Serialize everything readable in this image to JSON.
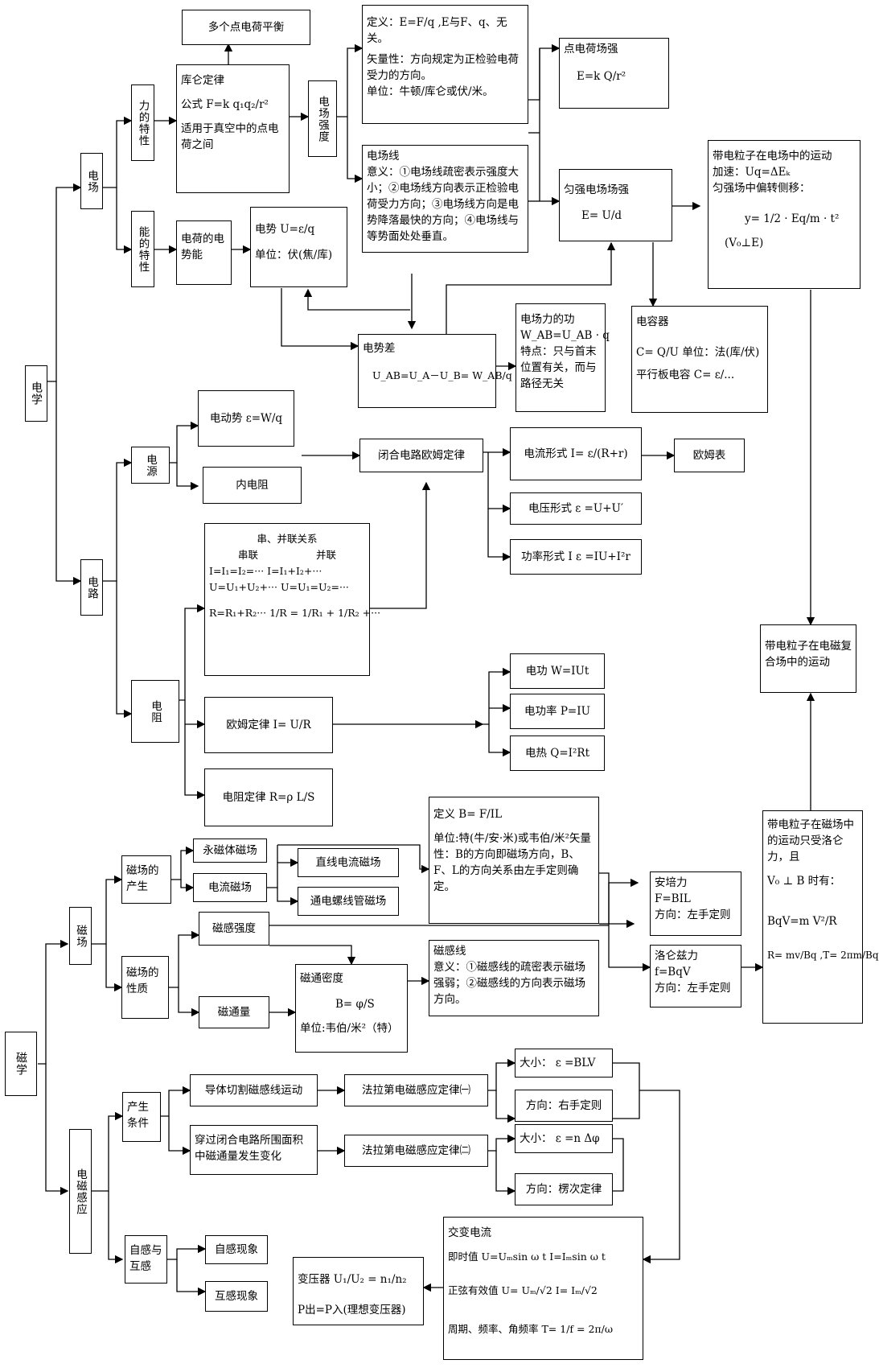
{
  "root": {
    "elec": "电学",
    "mag": "磁学"
  },
  "elec": {
    "field": "电场",
    "force_char": "力的特性",
    "energy_char": "能的特性",
    "multi": "多个点电荷平衡",
    "coulomb": {
      "title": "库仑定律",
      "formula": "公式  F=k q₁q₂/r²",
      "note": "适用于真空中的点电荷之间"
    },
    "intensity": "电场强度",
    "def": {
      "l1": "定义：E=F/q ,E与F、q、无关。",
      "l2": "矢量性：方向规定为正检验电荷受力的方向。",
      "l3": "单位：牛顿/库仑或伏/米。"
    },
    "lines": {
      "title": "电场线",
      "body": "意义：①电场线疏密表示强度大小；②电场线方向表示正检验电荷受力方向；③电场线方向是电势降落最快的方向；④电场线与等势面处处垂直。"
    },
    "point": {
      "title": "点电荷场强",
      "formula": "E=k Q/r²"
    },
    "uniform": {
      "title": "匀强电场场强",
      "formula": "E= U/d"
    },
    "particle": {
      "title": "带电粒子在电场中的运动",
      "l1": "加速：Uq=ΔEₖ",
      "l2": "匀强场中偏转侧移：",
      "l3": "y= 1/2 · Eq/m · t²",
      "l4": "(V₀⊥E)"
    },
    "pe": "电荷的电势能",
    "potential": {
      "l1": "电势   U=ε/q",
      "l2": "单位：伏(焦/库)"
    },
    "pd": {
      "title": "电势差",
      "formula": "U_AB=U_A－U_B= W_AB/q"
    },
    "work": {
      "l1": "电场力的功",
      "l2": "W_AB=U_AB · q",
      "l3": "特点：只与首末位置有关，而与路径无关"
    },
    "cap": {
      "title": "电容器",
      "l1": "C= Q/U   单位：法(库/伏)",
      "l2": "平行板电容 C= ε/..."
    },
    "circuit": "电路",
    "source": "电源",
    "emf": "电动势   ε=W/q",
    "internal": "内电阻",
    "closed": "闭合电路欧姆定律",
    "cur": "电流形式   I= ε/(R+r)",
    "ohmmeter": "欧姆表",
    "volt": "电压形式    ε =U+U′",
    "power": "功率形式  I ε =IU+I²r",
    "sp": {
      "title": "串、并联关系",
      "h1": "串联",
      "h2": "并联",
      "l1": "I=I₁=I₂=···        I=I₁+I₂+···",
      "l2": "U=U₁+U₂+···      U=U₁=U₂=···",
      "l3": "R=R₁+R₂···    1/R = 1/R₁ + 1/R₂ +···"
    },
    "resistance": "电阻",
    "ohm": "欧姆定律    I= U/R",
    "rlaw": "电阻定律    R=ρ L/S",
    "ework": "电功    W=IUt",
    "epower": "电功率  P=IU",
    "eheat": "电热    Q=I²Rt",
    "compound": "带电粒子在电磁复合场中的运动"
  },
  "mag": {
    "field": "磁场",
    "gen": "磁场的产生",
    "perm": "永磁体磁场",
    "curr": "电流磁场",
    "straight": "直线电流磁场",
    "solenoid": "通电螺线管磁场",
    "prop": "磁场的性质",
    "bstrength": "磁感强度",
    "flux": "磁通量",
    "bdef": {
      "l1": "定义    B= F/IL",
      "l2": "单位:特(牛/安·米)或韦伯/米²矢量性：B的方向即磁场方向，B、F、L的方向关系由左手定则确定。"
    },
    "blines": "磁感线\n意义：①磁感线的疏密表示磁场强弱；②磁感线的方向表示磁场方向。",
    "density": {
      "l1": "磁通密度",
      "l2": "B= φ/S",
      "l3": "单位:韦伯/米²（特）"
    },
    "ampere": {
      "l1": "安培力",
      "l2": "F=BIL",
      "l3": "方向：左手定则"
    },
    "lorentz": {
      "l1": "洛仑兹力",
      "l2": "f=BqV",
      "l3": "方向：左手定则"
    },
    "mparticle": {
      "l1": "带电粒子在磁场中的运动只受洛仑力，且",
      "l2": "V₀ ⊥ B 时有：",
      "l3": "BqV=m V²/R",
      "l4": "R= mv/Bq ,T= 2πm/Bq"
    },
    "induction": "电磁感应",
    "cond": "产生条件",
    "cut": "导体切割磁感线运动",
    "change": "穿过闭合电路所围面积中磁通量发生变化",
    "faraday1": "法拉第电磁感应定律㈠",
    "faraday2": "法拉第电磁感应定律㈡",
    "mag1": "大小：   ε =BLV",
    "dir1": "方向：右手定则",
    "mag2": "大小：   ε =n Δφ",
    "dir2": "方向：楞次定律",
    "selfmut": "自感与互感",
    "self": "自感现象",
    "mutual": "互感现象",
    "trans": {
      "l1": "变压器   U₁/U₂ = n₁/n₂",
      "l2": "P出=P入(理想变压器)"
    },
    "ac": {
      "title": "交变电流",
      "l1": "即时值   U=Uₘsin ω t    I=Iₘsin ω t",
      "l2": "正弦有效值   U= Uₘ/√2       I= Iₘ/√2",
      "l3": "周期、频率、角频率 T= 1/f = 2π/ω"
    }
  }
}
